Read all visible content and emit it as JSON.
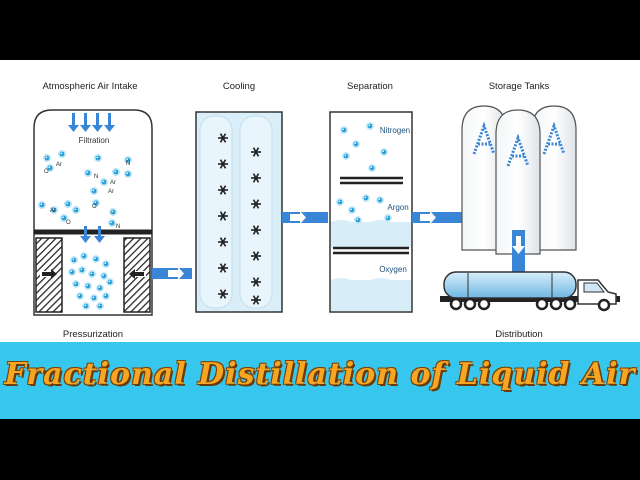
{
  "stages": {
    "intake": "Atmospheric Air Intake",
    "cooling": "Cooling",
    "separation": "Separation",
    "storage": "Storage Tanks"
  },
  "labels": {
    "filtration": "Filtration",
    "pressurization": "Pressurization",
    "distribution": "Distribution",
    "nitrogen": "Nitrogen",
    "argon": "Argon",
    "oxygen": "Oxygen"
  },
  "molecule_labels": [
    "Ar",
    "O",
    "N",
    "Ar",
    "Ar",
    "O",
    "N",
    "Ar",
    "O",
    "N"
  ],
  "title": "Fractional Distillation of Liquid Air",
  "colors": {
    "banner": "#36c6ee",
    "title": "#f6a623",
    "arrow": "#3a86d6",
    "molecule": "#2a9fd8"
  },
  "icons": {
    "snowflake": "snowflake-icon",
    "truck": "tanker-truck-icon"
  }
}
